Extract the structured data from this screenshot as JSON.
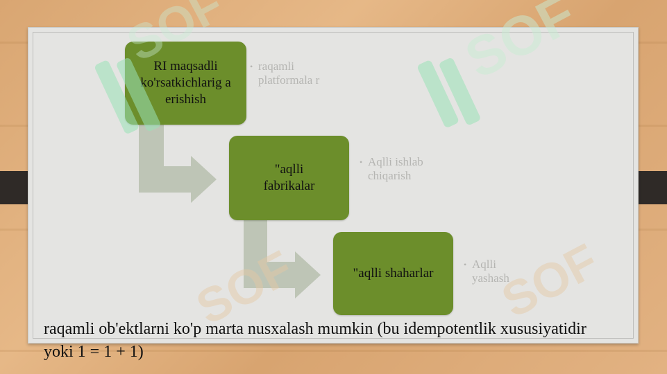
{
  "diagram": {
    "boxes": [
      {
        "label": "RI maqsadli ko'rsatkichlarig a erishish"
      },
      {
        "label": "\"aqlli fabrikalar"
      },
      {
        "label": "\"aqlli shaharlar"
      }
    ],
    "bullets": [
      {
        "text": "raqamli platformala r"
      },
      {
        "text": "Aqlli ishlab chiqarish"
      },
      {
        "text": "Aqlli yashash"
      }
    ],
    "watermark": "SOF"
  },
  "caption": "raqamli ob'ektlarni ko'p marta nusxalash mumkin (bu idempotentlik xususiyatidir yoki 1 = 1 + 1)",
  "colors": {
    "box_fill": "#6c8e2b",
    "arrow_fill": "#b7bfae",
    "bullet_text": "#b5b5b2",
    "watermark": "#9be3b8"
  }
}
